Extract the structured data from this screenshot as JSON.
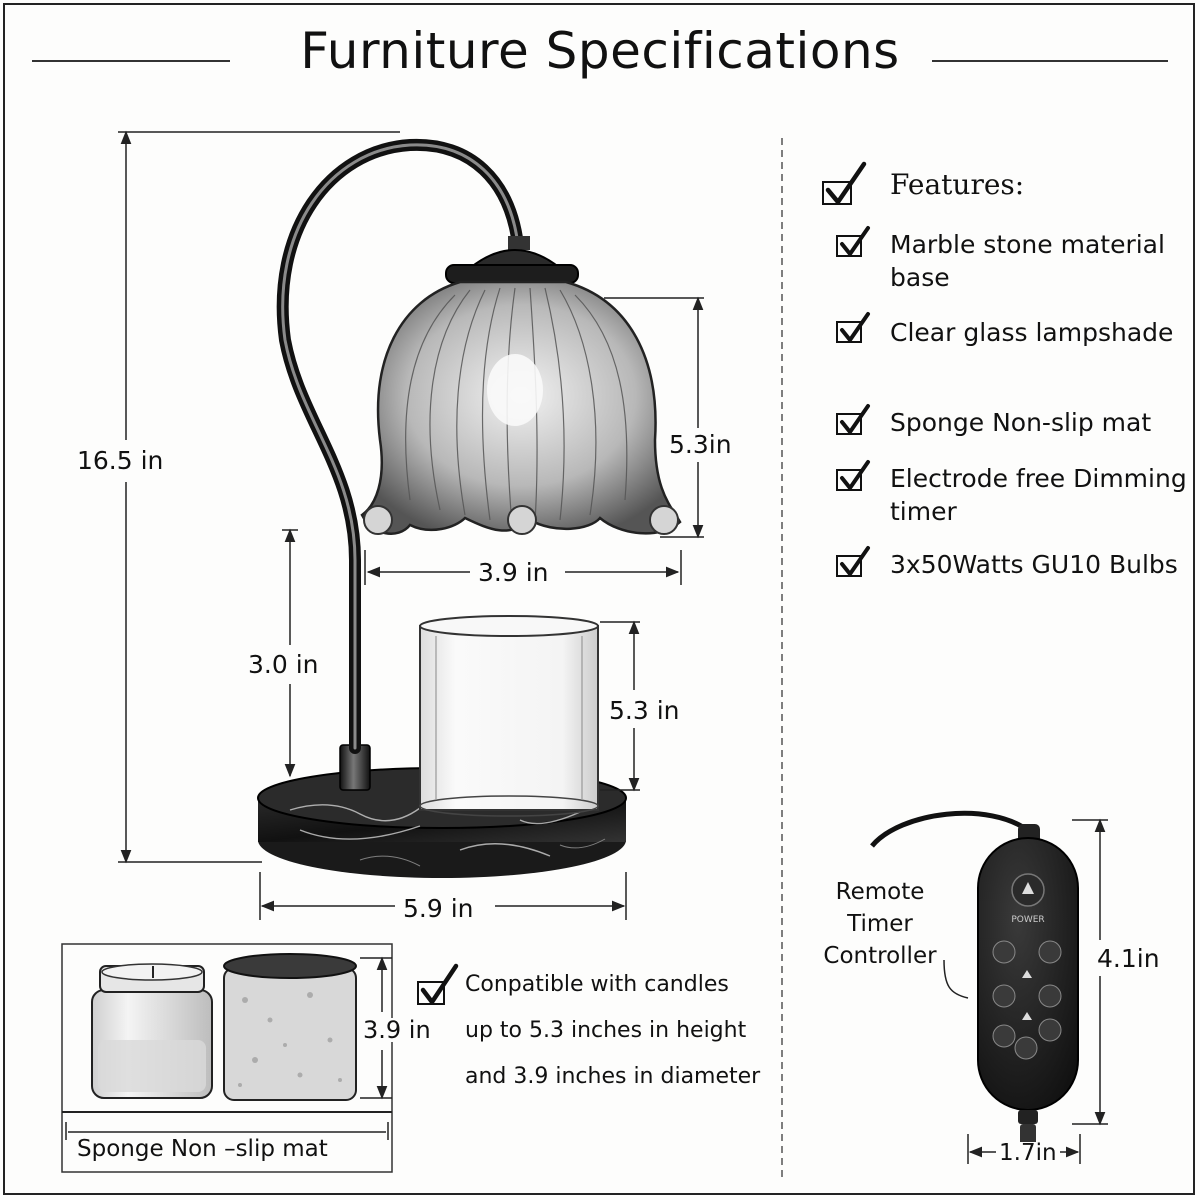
{
  "title": "Furniture Specifications",
  "dimensions": {
    "height_total": "16.5 in",
    "shade_height": "5.3in",
    "shade_width": "3.9 in",
    "base_to_shade": "3.0 in",
    "glass_height": "5.3 in",
    "base_width": "5.9 in",
    "candle_height": "3.9 in",
    "remote_height": "4.1in",
    "remote_width": "1.7in"
  },
  "features": {
    "heading": "Features:",
    "items": [
      {
        "text": "Marble stone material base"
      },
      {
        "text": "Clear glass lampshade"
      },
      {
        "text": "Sponge Non-slip mat"
      },
      {
        "text": "Electrode free Dimming timer"
      },
      {
        "text": "3x50Watts GU10 Bulbs"
      }
    ]
  },
  "compatibility": {
    "lines": [
      "Conpatible with candles",
      "up to 5.3 inches in height",
      "and 3.9 inches in diameter"
    ]
  },
  "mat_caption": "Sponge Non –slip mat",
  "remote": {
    "label_lines": [
      "Remote",
      "Timer",
      "Controller"
    ],
    "power_label": "POWER"
  },
  "icons": [
    "checkmark-icon",
    "lamp-illustration",
    "candle-jar-illustration",
    "remote-controller-illustration"
  ]
}
